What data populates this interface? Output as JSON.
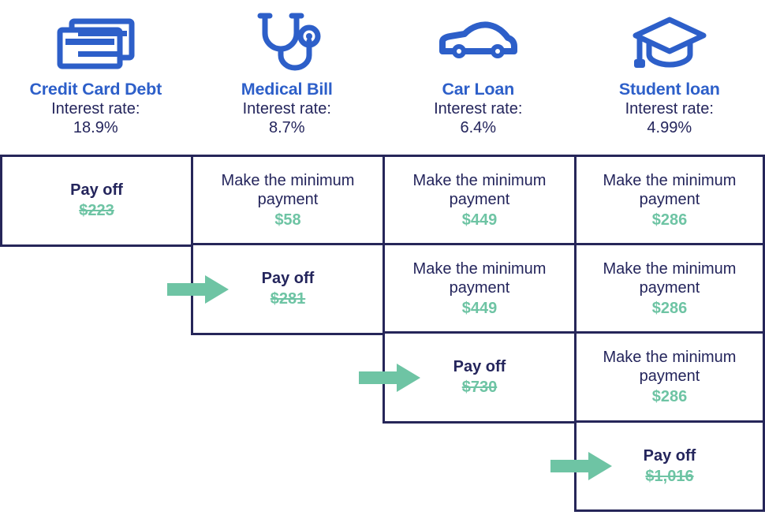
{
  "debts": [
    {
      "name": "Credit Card Debt",
      "icon": "credit-cards-icon",
      "rate_label": "Interest rate:",
      "rate_value": "18.9%"
    },
    {
      "name": "Medical Bill",
      "icon": "stethoscope-icon",
      "rate_label": "Interest rate:",
      "rate_value": "8.7%"
    },
    {
      "name": "Car Loan",
      "icon": "car-icon",
      "rate_label": "Interest rate:",
      "rate_value": "6.4%"
    },
    {
      "name": "Student loan",
      "icon": "graduation-cap-icon",
      "rate_label": "Interest rate:",
      "rate_value": "4.99%"
    }
  ],
  "rows": [
    {
      "cells": [
        {
          "action": "Pay off",
          "amount": "$223",
          "payoff": true,
          "struck": true,
          "arrow": false
        },
        {
          "action": "Make the minimum payment",
          "amount": "$58",
          "payoff": false,
          "struck": false,
          "arrow": false
        },
        {
          "action": "Make the minimum payment",
          "amount": "$449",
          "payoff": false,
          "struck": false,
          "arrow": false
        },
        {
          "action": "Make the minimum payment",
          "amount": "$286",
          "payoff": false,
          "struck": false,
          "arrow": false
        }
      ]
    },
    {
      "cells": [
        {
          "empty": true
        },
        {
          "action": "Pay off",
          "amount": "$281",
          "payoff": true,
          "struck": true,
          "arrow": true
        },
        {
          "action": "Make the minimum payment",
          "amount": "$449",
          "payoff": false,
          "struck": false,
          "arrow": false
        },
        {
          "action": "Make the minimum payment",
          "amount": "$286",
          "payoff": false,
          "struck": false,
          "arrow": false
        }
      ]
    },
    {
      "cells": [
        {
          "empty": true
        },
        {
          "empty": true
        },
        {
          "action": "Pay off",
          "amount": "$730",
          "payoff": true,
          "struck": true,
          "arrow": true
        },
        {
          "action": "Make the minimum payment",
          "amount": "$286",
          "payoff": false,
          "struck": false,
          "arrow": false
        }
      ]
    },
    {
      "cells": [
        {
          "empty": true
        },
        {
          "empty": true
        },
        {
          "empty": true
        },
        {
          "action": "Pay off",
          "amount": "$1,016",
          "payoff": true,
          "struck": true,
          "arrow": true
        }
      ]
    }
  ],
  "colors": {
    "title_blue": "#2d5fc9",
    "text_navy": "#24255c",
    "border_navy": "#262659",
    "amount_green": "#6ec4a4",
    "arrow_green": "#6ec4a4",
    "background": "#ffffff"
  }
}
